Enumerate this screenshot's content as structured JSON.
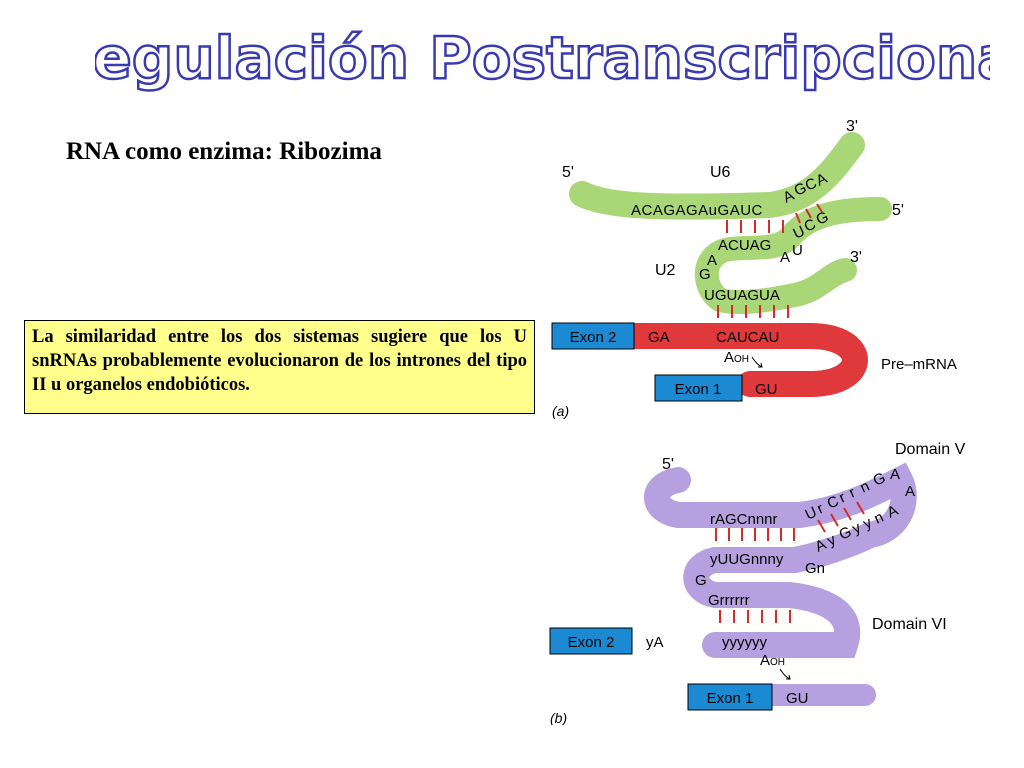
{
  "title": "Regulación Postranscripcional",
  "subtitle": "RNA como enzima: Ribozima",
  "note": "La similaridad entre los dos sistemas sugiere que los U snRNAs probablemente evolucionaron de los intrones del tipo II u organelos endobióticos.",
  "colors": {
    "u6": "#a9d676",
    "premrna": "#e0393b",
    "exon": "#1b8ad3",
    "domain": "#b7a0e0",
    "pair": "#d42b2b",
    "note_bg": "#ffff8c"
  },
  "panel_a": {
    "label": "(a)",
    "five_prime_left": "5'",
    "three_prime_top": "3'",
    "five_prime_right": "5'",
    "three_prime_mid": "3'",
    "u6_label": "U6",
    "u2_label": "U2",
    "u6_seq": "ACAGAGAuGAUC",
    "u6_loop": [
      "A",
      "G",
      "C",
      "A"
    ],
    "u6_right": [
      "U",
      "C",
      "G"
    ],
    "u2_seq": "ACUAG",
    "u2_turn": [
      "A",
      "U"
    ],
    "u2_left": [
      "A",
      "G"
    ],
    "u2_branch": "UGUAGUA",
    "exon2": "Exon 2",
    "exon1": "Exon 1",
    "ga": "GA",
    "caucau": "CAUCAU",
    "aoh": "A",
    "oh": "OH",
    "gu": "GU",
    "premrna": "Pre–mRNA"
  },
  "panel_b": {
    "label": "(b)",
    "five_prime": "5'",
    "domain_v": "Domain V",
    "domain_vi": "Domain VI",
    "upper_seq": "rAGCnnnr",
    "upper_loop": [
      "U",
      "r",
      "C",
      "r",
      "r",
      "n",
      "G",
      "A"
    ],
    "right_a": "A",
    "lower_loop": [
      "A",
      "y",
      "G",
      "y",
      "y",
      "n",
      "A"
    ],
    "lower_seq": "yUUGnnny",
    "gn": "Gn",
    "g": "G",
    "grrr": "Grrrrrr",
    "yyy": "yyyyyy",
    "ya": "yA",
    "exon2": "Exon 2",
    "exon1": "Exon 1",
    "aoh": "A",
    "oh": "OH",
    "gu": "GU"
  }
}
